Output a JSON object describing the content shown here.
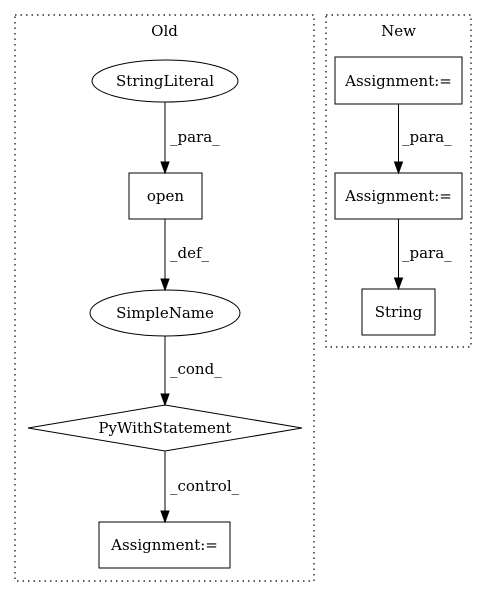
{
  "clusters": {
    "old": {
      "label": "Old"
    },
    "new": {
      "label": "New"
    }
  },
  "nodes": {
    "string_literal": "StringLiteral",
    "open": "open",
    "simple_name": "SimpleName",
    "py_with_statement": "PyWithStatement",
    "old_assignment": "Assignment:=",
    "new_assignment_1": "Assignment:=",
    "new_assignment_2": "Assignment:=",
    "string": "String"
  },
  "edges": {
    "string_literal_to_open": "_para_",
    "open_to_simple_name": "_def_",
    "simple_name_to_with": "_cond_",
    "with_to_assignment": "_control_",
    "new_assignment_1_to_2": "_para_",
    "new_assignment_2_to_string": "_para_"
  }
}
